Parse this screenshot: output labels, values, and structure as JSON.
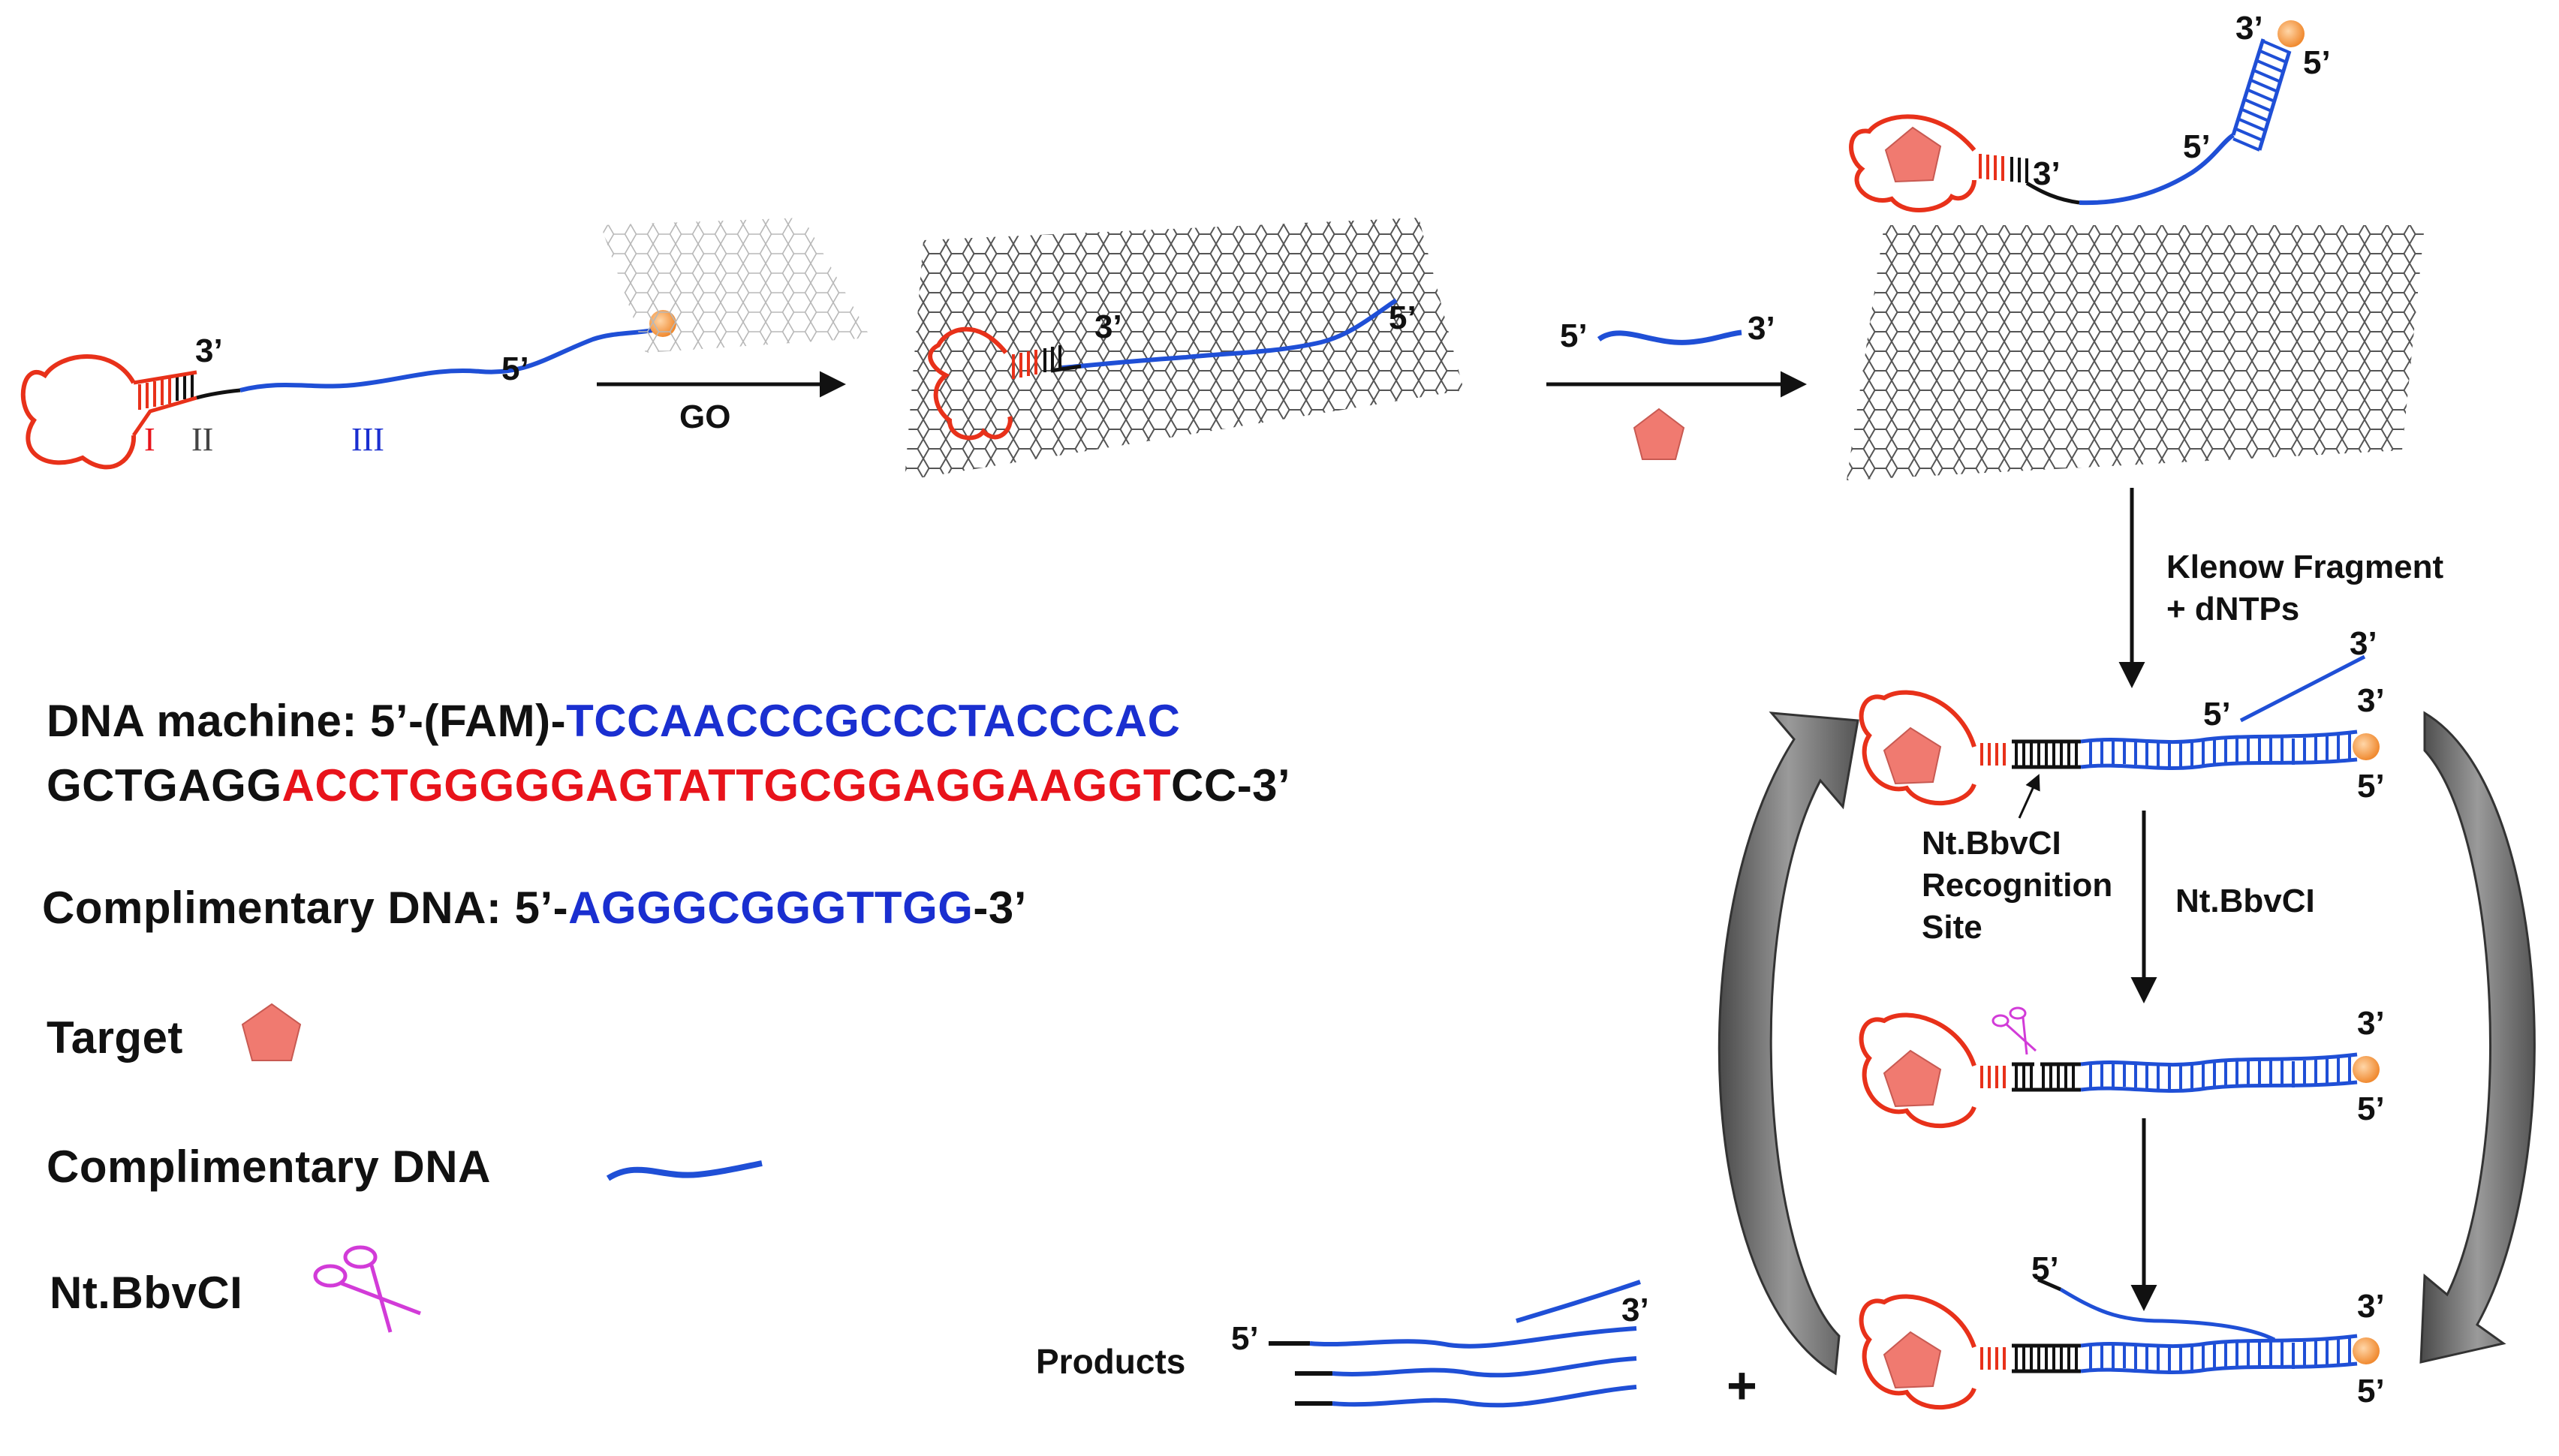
{
  "stage1": {
    "prime3": "3’",
    "prime5": "5’",
    "region_I": "I",
    "region_II": "II",
    "region_III": "III"
  },
  "arrow_go": {
    "label": "GO"
  },
  "stage2": {
    "prime3": "3’",
    "prime5": "5’"
  },
  "arrow_target": {
    "prime5": "5’",
    "prime3": "3’"
  },
  "stage3": {
    "top3": "3’",
    "top5a": "5’",
    "top5b": "5’",
    "bottom3": "3’"
  },
  "klenow": {
    "line1": "Klenow Fragment",
    "line2": "+ dNTPs"
  },
  "cycle_top": {
    "free3": "3’",
    "free5": "5’",
    "end3": "3’",
    "end5": "5’"
  },
  "recognition": {
    "line1": "Nt.BbvCI",
    "line2": "Recognition",
    "line3": "Site"
  },
  "nicking_label": "Nt.BbvCI",
  "cycle_mid": {
    "end3": "3’",
    "end5": "5’"
  },
  "cycle_bottom": {
    "free5": "5’",
    "end3": "3’",
    "end5": "5’"
  },
  "products": {
    "label": "Products",
    "prime5": "5’",
    "prime3": "3’",
    "plus": "+"
  },
  "sequences": {
    "machine_prefix": "DNA machine: 5’-(FAM)-",
    "machine_blue": "TCCAACCCGCCCTACCCAC",
    "machine_black1": "GCTGAGG",
    "machine_red": "ACCTGGGGGAGTATTGCGGAGGAAGGT",
    "machine_black2": "CC-3’",
    "comp_prefix": "Complimentary DNA: 5’-",
    "comp_blue": "AGGGCGGGTTGG",
    "comp_suffix": "-3’"
  },
  "legend": {
    "target": "Target",
    "complimentary": "Complimentary DNA",
    "enzyme": "Nt.BbvCI"
  },
  "colors": {
    "aptamer_red": "#e8311a",
    "strand_blue": "#1f4fd6",
    "target_pink": "#f07a70",
    "fam_orange": "#f5a25a",
    "scissors_magenta": "#d23bd8",
    "cycle_gray": "#6f6f6f"
  }
}
